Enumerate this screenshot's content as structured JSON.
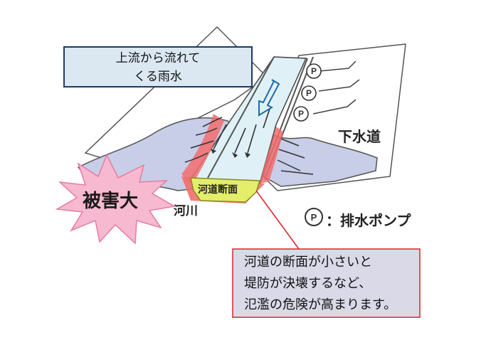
{
  "callout_upstream": {
    "line1": "上流から流れて",
    "line2": "くる雨水"
  },
  "labels": {
    "sewer": "下水道",
    "river": "河川",
    "river_section": "河道断面",
    "damage": "被害大",
    "pump_symbol": "P",
    "pump_legend": "：排水ポンプ"
  },
  "note": {
    "line1": "河道の断面が小さいと",
    "line2": "堤防が決壊するなど、",
    "line3": "氾濫の危険が高まります。"
  },
  "colors": {
    "callout_blue_fill": "#dbe8f2",
    "callout_blue_border": "#1f3a63",
    "note_fill": "#d9d9e8",
    "note_border": "#e0202a",
    "water_fill": "#c8cde8",
    "river_channel": "#dff1f7",
    "burst_fill": "#f7b9cf",
    "section_badge": "#e4ee6a",
    "flood_red": "#f26d6d"
  }
}
